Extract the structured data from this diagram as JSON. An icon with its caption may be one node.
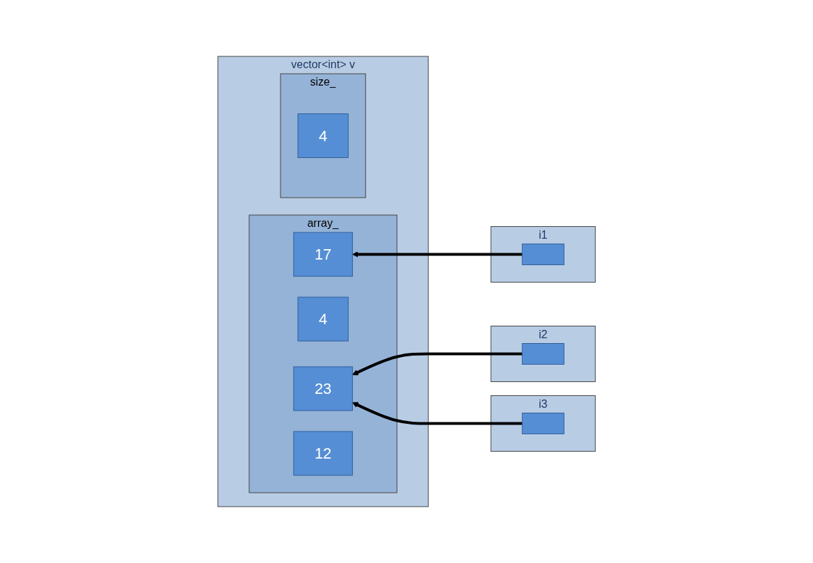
{
  "diagram": {
    "nodes": [
      {
        "text": [
          "vector<int> v"
        ]
      },
      {
        "text": [
          "array_"
        ],
        "in": 0
      },
      {
        "text": [
          "17"
        ],
        "in": 1
      },
      {
        "text": [
          "4"
        ],
        "in": 1
      },
      {
        "text": [
          "23"
        ],
        "in": 1
      },
      {
        "text": [
          "12"
        ],
        "in": 1
      },
      {
        "text": [
          "size_"
        ],
        "in": 0
      },
      {
        "text": [
          "4"
        ],
        "in": 6
      },
      {
        "text": [
          "i1"
        ]
      },
      {
        "text": [],
        "shape": "box",
        "in": 8
      },
      {
        "text": [
          "i2"
        ]
      },
      {
        "text": [],
        "shape": "box",
        "in": 10
      },
      {
        "text": [
          "i3"
        ]
      },
      {
        "text": [],
        "shape": "box",
        "in": 12
      }
    ],
    "edges": [
      {
        "from": 9,
        "to": 2,
        "arrow": "to"
      },
      {
        "from": 11,
        "to": 4,
        "arrow": "to"
      },
      {
        "from": 13,
        "to": 4,
        "arrow": "to"
      }
    ]
  }
}
